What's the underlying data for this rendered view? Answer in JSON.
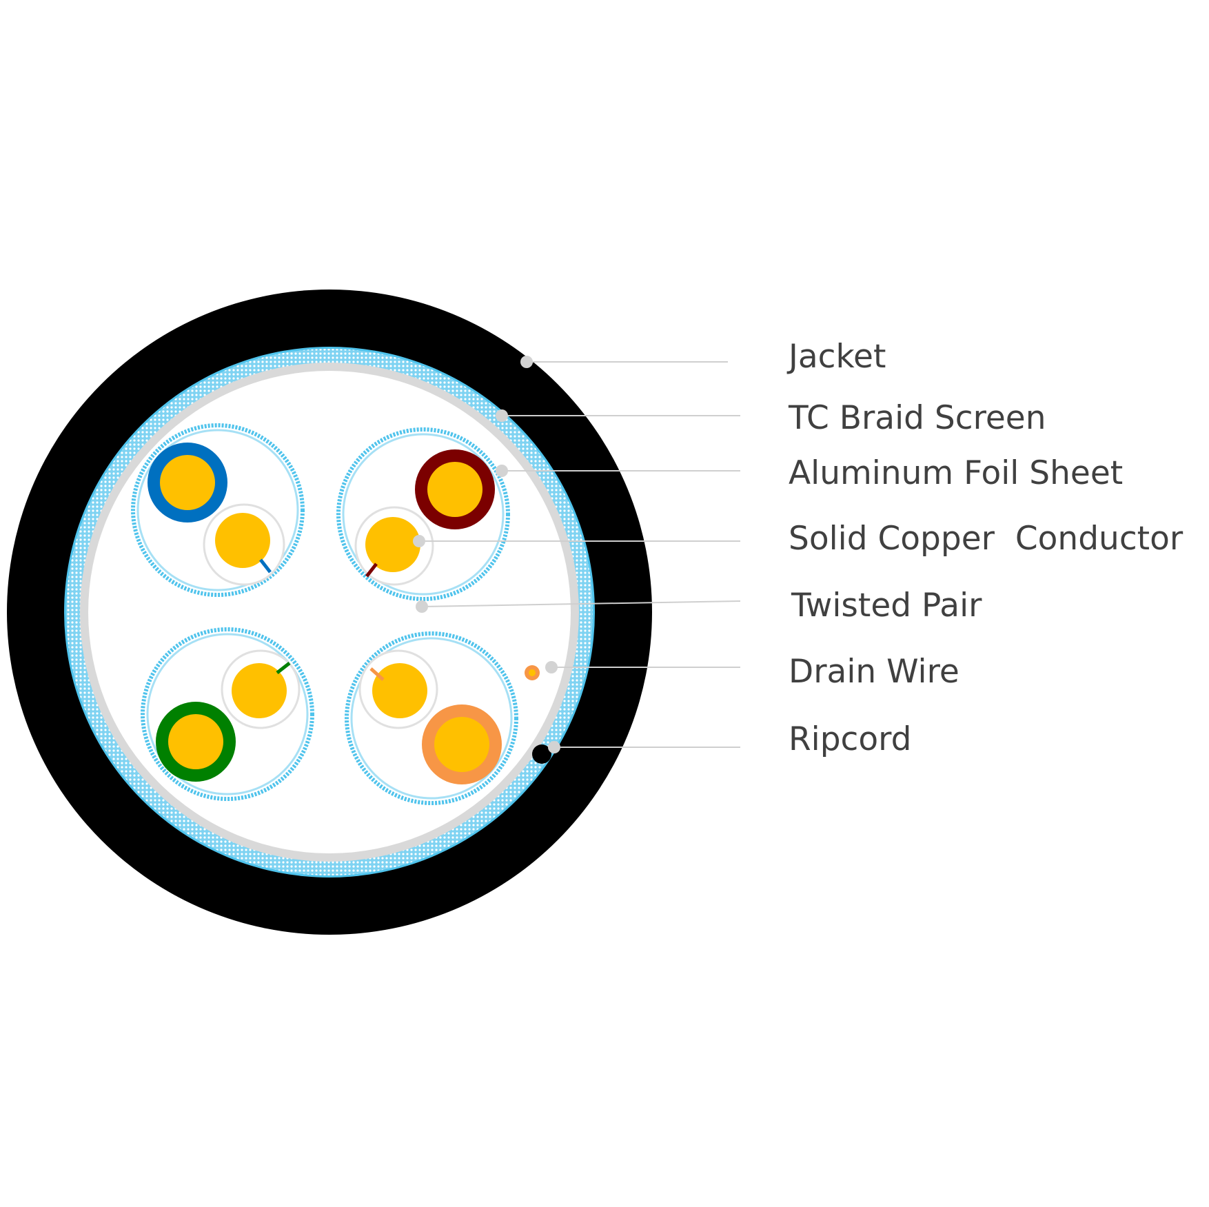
{
  "labels": {
    "jacket": "Jacket",
    "tc_braid_screen": "TC Braid Screen",
    "aluminum_foil_sheet": "Aluminum Foil Sheet",
    "solid_copper_conductor": "Solid Copper  Conductor",
    "twisted_pair": "Twisted Pair",
    "drain_wire": "Drain Wire",
    "ripcord": "Ripcord"
  },
  "colors": {
    "jacket": "#000000",
    "braid": "#4fc3ec",
    "foil": "#d9d9d9",
    "copper": "#ffc000",
    "blue_insulation": "#0070c0",
    "brown_insulation": "#7b0000",
    "green_insulation": "#008000",
    "orange_insulation": "#f79646",
    "leader_line": "#cfcfcf",
    "label_text": "#404040"
  }
}
